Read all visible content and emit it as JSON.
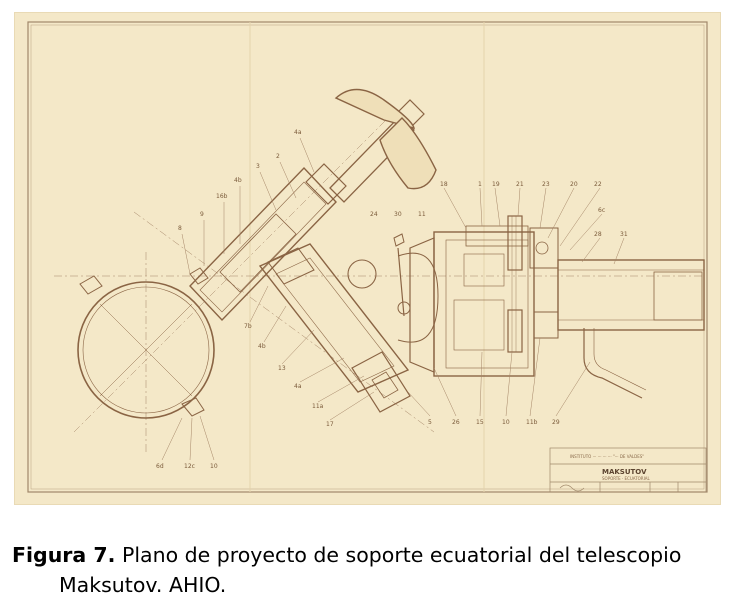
{
  "figure": {
    "part_labels": {
      "l_4a_top": "4a",
      "l_2": "2",
      "l_3": "3",
      "l_4b_top": "4b",
      "l_16b": "16b",
      "l_9": "9",
      "l_8": "8",
      "l_24": "24",
      "l_30": "30",
      "l_11": "11",
      "l_18": "18",
      "l_1": "1",
      "l_19": "19",
      "l_21": "21",
      "l_23": "23",
      "l_20": "20",
      "l_22": "22",
      "l_6c": "6c",
      "l_28": "28",
      "l_31": "31",
      "l_7b": "7b",
      "l_4b_mid": "4b",
      "l_13": "13",
      "l_4a_low": "4a",
      "l_11a": "11a",
      "l_17": "17",
      "l_5": "5",
      "l_26": "26",
      "l_15": "15",
      "l_10": "10",
      "l_11b": "11b",
      "l_29": "29",
      "l_6d": "6d",
      "l_12c": "12c",
      "l_10r": "10"
    },
    "title_block": {
      "institute_line": "INSTITUTO ··· ··· ··· ··· \"··· DE VALDES\"",
      "title": "MAKSUTOV",
      "subtitle": "SOPORTE · ECUATORIAL"
    }
  },
  "caption": {
    "label": "Figura 7.",
    "text_line1": " Plano de proyecto de soporte ecuatorial del telescopio",
    "text_line2": "Maksutov. AHIO."
  },
  "colors": {
    "paper": "#f4e8c8",
    "ink": "#8a6444",
    "frame": "#a0886a"
  }
}
